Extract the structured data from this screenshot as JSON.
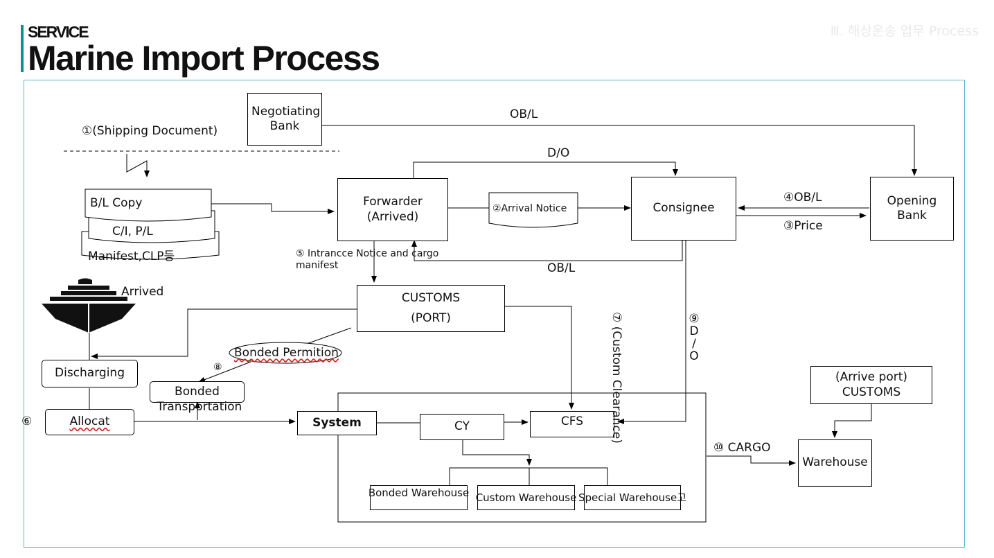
{
  "header": {
    "supertitle": "SERVICE",
    "title": "Marine Import Process",
    "corner_label": "Ⅲ. 해상운송 업무 Process"
  },
  "nodes": {
    "negotiating_bank": "Negotiating Bank",
    "bl_copy": "B/L Copy",
    "ci_pl": "C/I, P/L",
    "manifest": "Manifest,CLP등",
    "forwarder": "Forwarder (Arrived)",
    "arrival_notice": "②Arrival Notice",
    "consignee": "Consignee",
    "opening_bank": "Opening Bank",
    "customs_port_line1": "CUSTOMS",
    "customs_port_line2": "(PORT)",
    "discharging": "Discharging",
    "bonded_transportation": "Bonded Transportation",
    "allocat": "Allocat",
    "system": "System",
    "cy": "CY",
    "cfs": "CFS",
    "bonded_warehouse": "Bonded Warehouse",
    "custom_warehouse": "Custom  Warehouse",
    "special_warehouse": "Special Warehouse고",
    "arrive_port_customs": "(Arrive port) CUSTOMS",
    "warehouse": "Warehouse"
  },
  "labels": {
    "shipping_document": "①(Shipping Document)",
    "obl_top": "OB/L",
    "do_top": "D/O",
    "ob_l_4": "④OB/L",
    "price_3": "③Price",
    "intrance_notice": "⑤ Intrancce Notice and cargo manifest",
    "obl_mid": "OB/L",
    "arrived": "Arrived",
    "custom_clearance": "⑦ (Custom Clearance)",
    "do_9": "⑨ D / O",
    "bonded_permition": "Bonded Permition",
    "step_8": "⑧",
    "step_6": "⑥",
    "cargo_10": "⑩ CARGO"
  },
  "colors": {
    "accent": "#0a9488",
    "frame": "#58b9c4"
  },
  "icons": {
    "ship": "ship-icon"
  }
}
